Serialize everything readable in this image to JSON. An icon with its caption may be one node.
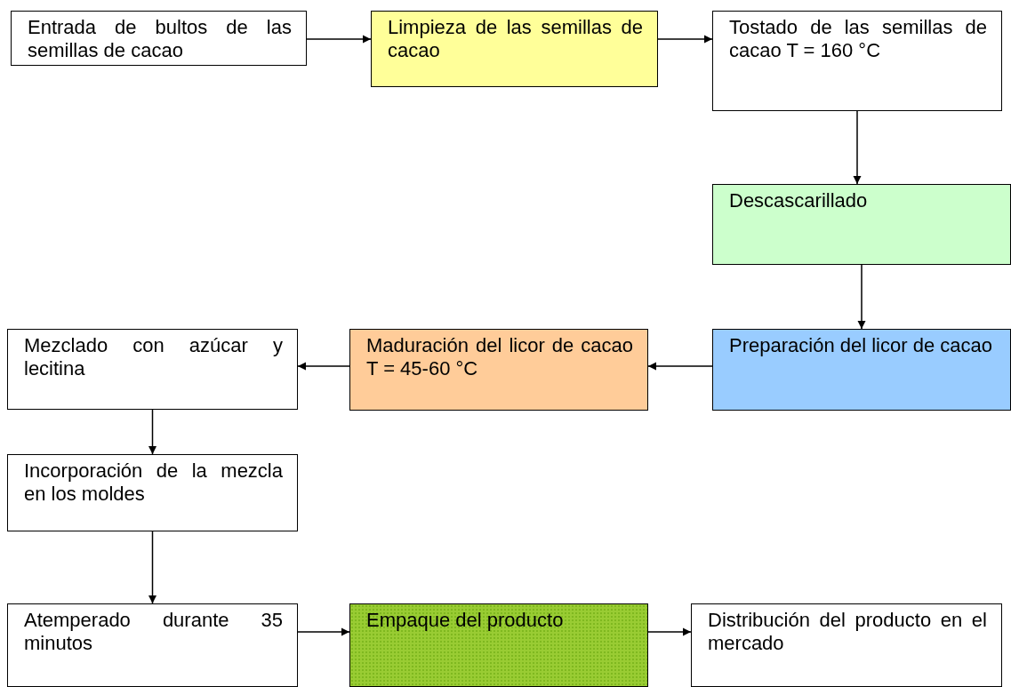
{
  "diagram": {
    "nodes": [
      {
        "text": [
          "Entrada de bultos de las semillas de cacao"
        ]
      },
      {
        "text": [
          "Limpieza de las semillas de cacao"
        ]
      },
      {
        "text": [
          "Tostado de las semillas de cacao T = 160 °C"
        ]
      },
      {
        "text": [
          "Descascarillado"
        ]
      },
      {
        "text": [
          "Preparación del licor de cacao"
        ]
      },
      {
        "text": [
          "Maduración del licor de cacao T = 45-60 °C"
        ]
      },
      {
        "text": [
          "Mezclado con azúcar y lecitina"
        ]
      },
      {
        "text": [
          "Incorporación de la mezcla en los moldes"
        ]
      },
      {
        "text": [
          "Atemperado durante 35 minutos"
        ]
      },
      {
        "text": [
          "Empaque del producto"
        ]
      },
      {
        "text": [
          "Distribución del producto en el mercado"
        ]
      }
    ],
    "edges": [
      {
        "from": 0,
        "to": 1,
        "arrow": "to"
      },
      {
        "from": 1,
        "to": 2,
        "arrow": "to"
      },
      {
        "from": 2,
        "to": 3,
        "arrow": "to"
      },
      {
        "from": 3,
        "to": 4,
        "arrow": "to"
      },
      {
        "from": 4,
        "to": 5,
        "arrow": "to"
      },
      {
        "from": 5,
        "to": 6,
        "arrow": "to"
      },
      {
        "from": 6,
        "to": 7,
        "arrow": "to"
      },
      {
        "from": 7,
        "to": 8,
        "arrow": "to"
      },
      {
        "from": 8,
        "to": 9,
        "arrow": "to"
      },
      {
        "from": 9,
        "to": 10,
        "arrow": "to"
      }
    ]
  }
}
